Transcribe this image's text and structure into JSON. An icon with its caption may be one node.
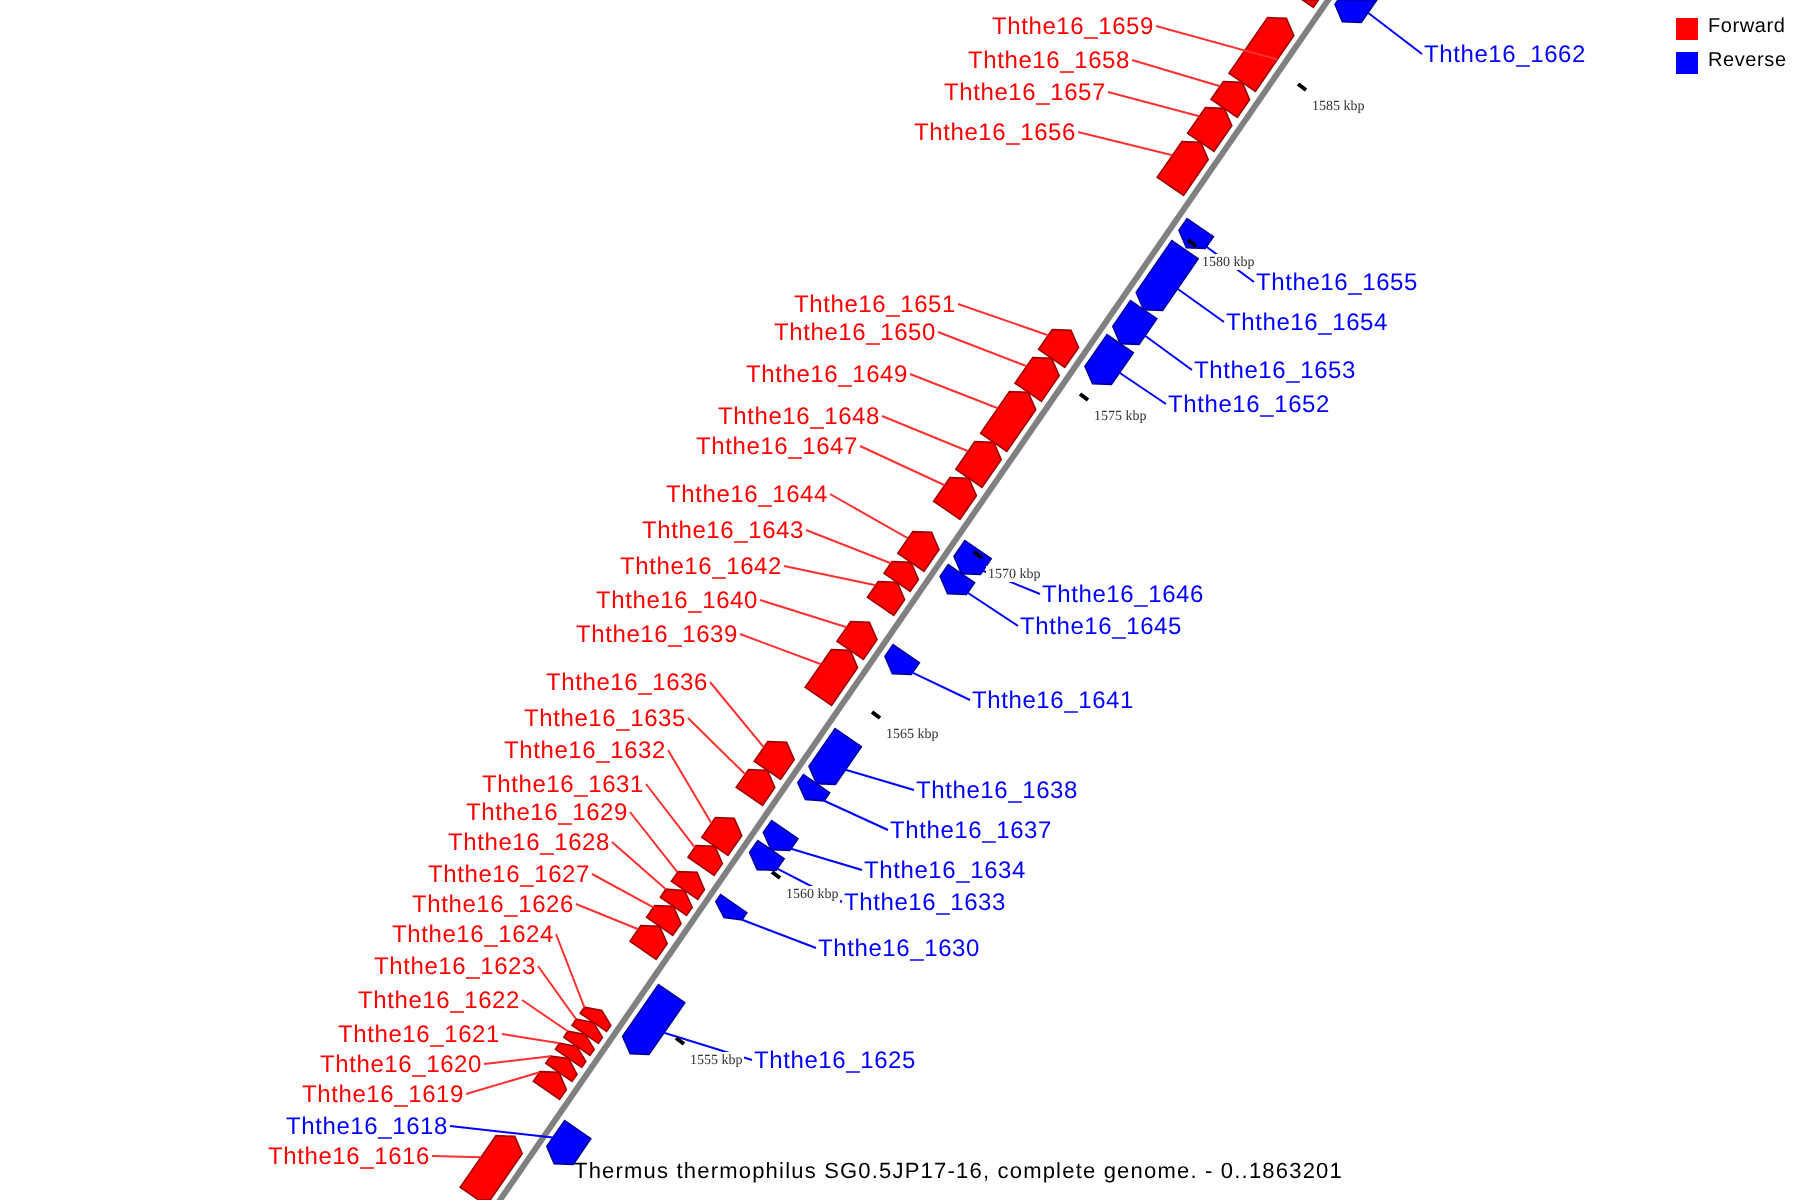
{
  "diagram": {
    "title": "Thermus thermophilus SG0.5JP17-16, complete genome. - 0..1863201",
    "nodes": [
      {
        "text": [
          "Ththe16_1659"
        ]
      },
      {
        "text": [
          "Ththe16_1662"
        ]
      },
      {
        "text": [
          "Ththe16_1658"
        ]
      },
      {
        "text": [
          "Ththe16_1657"
        ]
      },
      {
        "text": [
          "Ththe16_1656"
        ]
      },
      {
        "text": [
          "Ththe16_1655"
        ]
      },
      {
        "text": [
          "Ththe16_1651"
        ]
      },
      {
        "text": [
          "Ththe16_1654"
        ]
      },
      {
        "text": [
          "Ththe16_1650"
        ]
      },
      {
        "text": [
          "Ththe16_1653"
        ]
      },
      {
        "text": [
          "Ththe16_1649"
        ]
      },
      {
        "text": [
          "Ththe16_1652"
        ]
      },
      {
        "text": [
          "Ththe16_1648"
        ]
      },
      {
        "text": [
          "Ththe16_1647"
        ]
      },
      {
        "text": [
          "Ththe16_1644"
        ]
      },
      {
        "text": [
          "Ththe16_1643"
        ]
      },
      {
        "text": [
          "Ththe16_1642"
        ]
      },
      {
        "text": [
          "Ththe16_1646"
        ]
      },
      {
        "text": [
          "Ththe16_1640"
        ]
      },
      {
        "text": [
          "Ththe16_1645"
        ]
      },
      {
        "text": [
          "Ththe16_1639"
        ]
      },
      {
        "text": [
          "Ththe16_1636"
        ]
      },
      {
        "text": [
          "Ththe16_1641"
        ]
      },
      {
        "text": [
          "Ththe16_1635"
        ]
      },
      {
        "text": [
          "Ththe16_1632"
        ]
      },
      {
        "text": [
          "Ththe16_1631"
        ]
      },
      {
        "text": [
          "Ththe16_1638"
        ]
      },
      {
        "text": [
          "Ththe16_1629"
        ]
      },
      {
        "text": [
          "Ththe16_1637"
        ]
      },
      {
        "text": [
          "Ththe16_1628"
        ]
      },
      {
        "text": [
          "Ththe16_1634"
        ]
      },
      {
        "text": [
          "Ththe16_1627"
        ]
      },
      {
        "text": [
          "Ththe16_1633"
        ]
      },
      {
        "text": [
          "Ththe16_1626"
        ]
      },
      {
        "text": [
          "Ththe16_1624"
        ]
      },
      {
        "text": [
          "Ththe16_1630"
        ]
      },
      {
        "text": [
          "Ththe16_1623"
        ]
      },
      {
        "text": [
          "Ththe16_1622"
        ]
      },
      {
        "text": [
          "Ththe16_1621"
        ]
      },
      {
        "text": [
          "Ththe16_1625"
        ]
      },
      {
        "text": [
          "Ththe16_1620"
        ]
      },
      {
        "text": [
          "Ththe16_1619"
        ]
      },
      {
        "text": [
          "Ththe16_1618"
        ]
      },
      {
        "text": [
          "Ththe16_1616"
        ]
      },
      {
        "text": [],
        "shape": "bar"
      },
      {
        "text": [],
        "shape": "bar"
      },
      {
        "text": [],
        "shape": "bar"
      },
      {
        "text": [],
        "shape": "bar"
      },
      {
        "text": [],
        "shape": "bar"
      },
      {
        "text": [],
        "shape": "bar"
      },
      {
        "text": [],
        "shape": "bar"
      },
      {
        "text": [],
        "shape": "bar"
      },
      {
        "text": [],
        "shape": "bar"
      },
      {
        "text": [],
        "shape": "bar"
      },
      {
        "text": [],
        "shape": "bar"
      },
      {
        "text": [],
        "shape": "bar"
      },
      {
        "text": [],
        "shape": "bar"
      },
      {
        "text": [],
        "shape": "bar"
      },
      {
        "text": [],
        "shape": "bar"
      },
      {
        "text": [],
        "shape": "bar"
      },
      {
        "text": [],
        "shape": "bar"
      },
      {
        "text": [],
        "shape": "bar"
      },
      {
        "text": [],
        "shape": "bar"
      },
      {
        "text": [],
        "shape": "bar"
      },
      {
        "text": [],
        "shape": "bar"
      },
      {
        "text": [],
        "shape": "bar"
      },
      {
        "text": [],
        "shape": "bar"
      },
      {
        "text": [],
        "shape": "bar"
      },
      {
        "text": [],
        "shape": "bar"
      },
      {
        "text": [],
        "shape": "bar"
      },
      {
        "text": [],
        "shape": "bar"
      },
      {
        "text": [],
        "shape": "bar"
      },
      {
        "text": [],
        "shape": "bar"
      },
      {
        "text": [],
        "shape": "bar"
      },
      {
        "text": [],
        "shape": "bar"
      },
      {
        "text": [],
        "shape": "bar"
      },
      {
        "text": [],
        "shape": "bar"
      },
      {
        "text": [],
        "shape": "bar"
      },
      {
        "text": [],
        "shape": "bar"
      },
      {
        "text": [],
        "shape": "bar"
      },
      {
        "text": [],
        "shape": "bar"
      },
      {
        "text": [],
        "shape": "bar"
      },
      {
        "text": [],
        "shape": "bar"
      },
      {
        "text": [],
        "shape": "bar"
      },
      {
        "text": [],
        "shape": "bar"
      },
      {
        "text": [],
        "shape": "bar"
      },
      {
        "text": [],
        "shape": "bar"
      },
      {
        "text": [],
        "shape": "bar"
      },
      {
        "text": [],
        "shape": "bar"
      }
    ],
    "edges": [
      {
        "from": 0,
        "to": 46,
        "arrow": "none"
      },
      {
        "from": 1,
        "to": 45,
        "arrow": "none",
        "color": "#0000ff"
      },
      {
        "from": 2,
        "to": 47,
        "arrow": "none"
      },
      {
        "from": 3,
        "to": 48,
        "arrow": "none"
      },
      {
        "from": 4,
        "to": 49,
        "arrow": "none"
      },
      {
        "from": 5,
        "to": 50,
        "arrow": "none",
        "color": "#0000ff"
      },
      {
        "from": 6,
        "to": 54,
        "arrow": "none"
      },
      {
        "from": 7,
        "to": 51,
        "arrow": "none",
        "color": "#0000ff"
      },
      {
        "from": 8,
        "to": 55,
        "arrow": "none"
      },
      {
        "from": 9,
        "to": 52,
        "arrow": "none",
        "color": "#0000ff"
      },
      {
        "from": 10,
        "to": 56,
        "arrow": "none"
      },
      {
        "from": 11,
        "to": 53,
        "arrow": "none",
        "color": "#0000ff"
      },
      {
        "from": 12,
        "to": 57,
        "arrow": "none"
      },
      {
        "from": 13,
        "to": 58,
        "arrow": "none"
      },
      {
        "from": 14,
        "to": 60,
        "arrow": "none"
      },
      {
        "from": 15,
        "to": 62,
        "arrow": "none"
      },
      {
        "from": 16,
        "to": 63,
        "arrow": "none"
      },
      {
        "from": 17,
        "to": 59,
        "arrow": "none",
        "color": "#0000ff"
      },
      {
        "from": 18,
        "to": 64,
        "arrow": "none"
      },
      {
        "from": 19,
        "to": 61,
        "arrow": "none",
        "color": "#0000ff"
      },
      {
        "from": 20,
        "to": 66,
        "arrow": "none"
      },
      {
        "from": 21,
        "to": 68,
        "arrow": "none"
      },
      {
        "from": 22,
        "to": 65,
        "arrow": "none",
        "color": "#0000ff"
      },
      {
        "from": 23,
        "to": 70,
        "arrow": "none"
      },
      {
        "from": 24,
        "to": 72,
        "arrow": "none"
      },
      {
        "from": 25,
        "to": 74,
        "arrow": "none"
      },
      {
        "from": 26,
        "to": 67,
        "arrow": "none",
        "color": "#0000ff"
      },
      {
        "from": 27,
        "to": 75,
        "arrow": "none"
      },
      {
        "from": 28,
        "to": 69,
        "arrow": "none",
        "color": "#0000ff"
      },
      {
        "from": 29,
        "to": 77,
        "arrow": "none"
      },
      {
        "from": 30,
        "to": 71,
        "arrow": "none",
        "color": "#0000ff"
      },
      {
        "from": 31,
        "to": 78,
        "arrow": "none"
      },
      {
        "from": 32,
        "to": 73,
        "arrow": "none",
        "color": "#0000ff"
      },
      {
        "from": 33,
        "to": 79,
        "arrow": "none"
      },
      {
        "from": 34,
        "to": 81,
        "arrow": "none"
      },
      {
        "from": 35,
        "to": 76,
        "arrow": "none",
        "color": "#0000ff"
      },
      {
        "from": 36,
        "to": 82,
        "arrow": "none"
      },
      {
        "from": 37,
        "to": 83,
        "arrow": "none"
      },
      {
        "from": 38,
        "to": 84,
        "arrow": "none"
      },
      {
        "from": 39,
        "to": 80,
        "arrow": "none",
        "color": "#0000ff"
      },
      {
        "from": 40,
        "to": 85,
        "arrow": "none"
      },
      {
        "from": 41,
        "to": 86,
        "arrow": "none"
      },
      {
        "from": 42,
        "to": 87,
        "arrow": "none",
        "color": "#0000ff"
      },
      {
        "from": 43,
        "to": 88,
        "arrow": "none"
      }
    ],
    "labels": [
      "1585 kbp",
      "1580 kbp",
      "1575 kbp",
      "1570 kbp",
      "1565 kbp",
      "1560 kbp",
      "1555 kbp"
    ],
    "legend": [
      {
        "text": "Forward",
        "color": "#ff0000"
      },
      {
        "text": "Reverse",
        "color": "#0000ff"
      }
    ]
  }
}
